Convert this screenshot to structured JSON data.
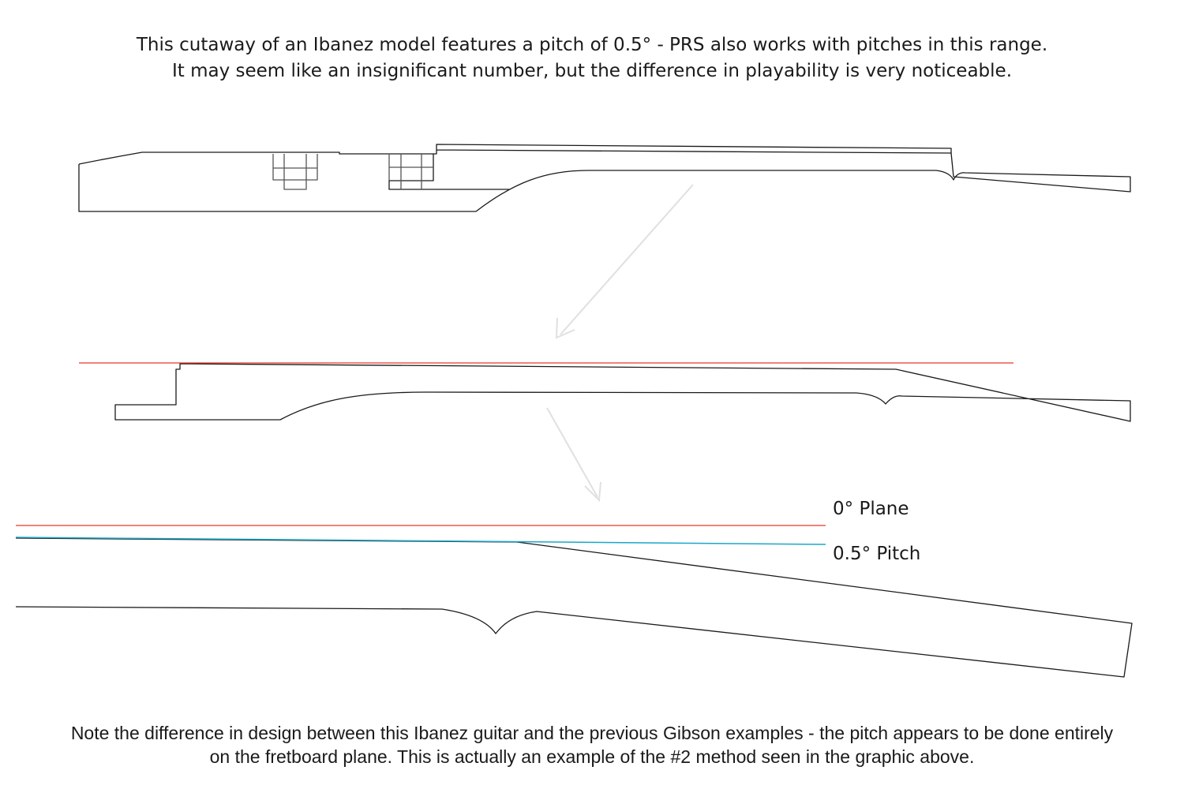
{
  "caption_top": {
    "line1": "This cutaway of an Ibanez model features a pitch of 0.5° - PRS also works with pitches in this range.",
    "line2": "It may seem like an insignificant number, but the difference in playability is very noticeable."
  },
  "labels": {
    "zero_plane": "0° Plane",
    "pitch": "0.5° Pitch"
  },
  "caption_bottom": {
    "line1": "Note the difference in design between this Ibanez guitar and the previous Gibson examples - the pitch appears to be done entirely",
    "line2": "on the fretboard plane. This is actually an example of the #2 method seen in the graphic above."
  },
  "colors": {
    "outline": "#1a1a1a",
    "zero_plane": "#e8372b",
    "pitch": "#1aa7c9",
    "arrow": "#e0e0e0"
  }
}
